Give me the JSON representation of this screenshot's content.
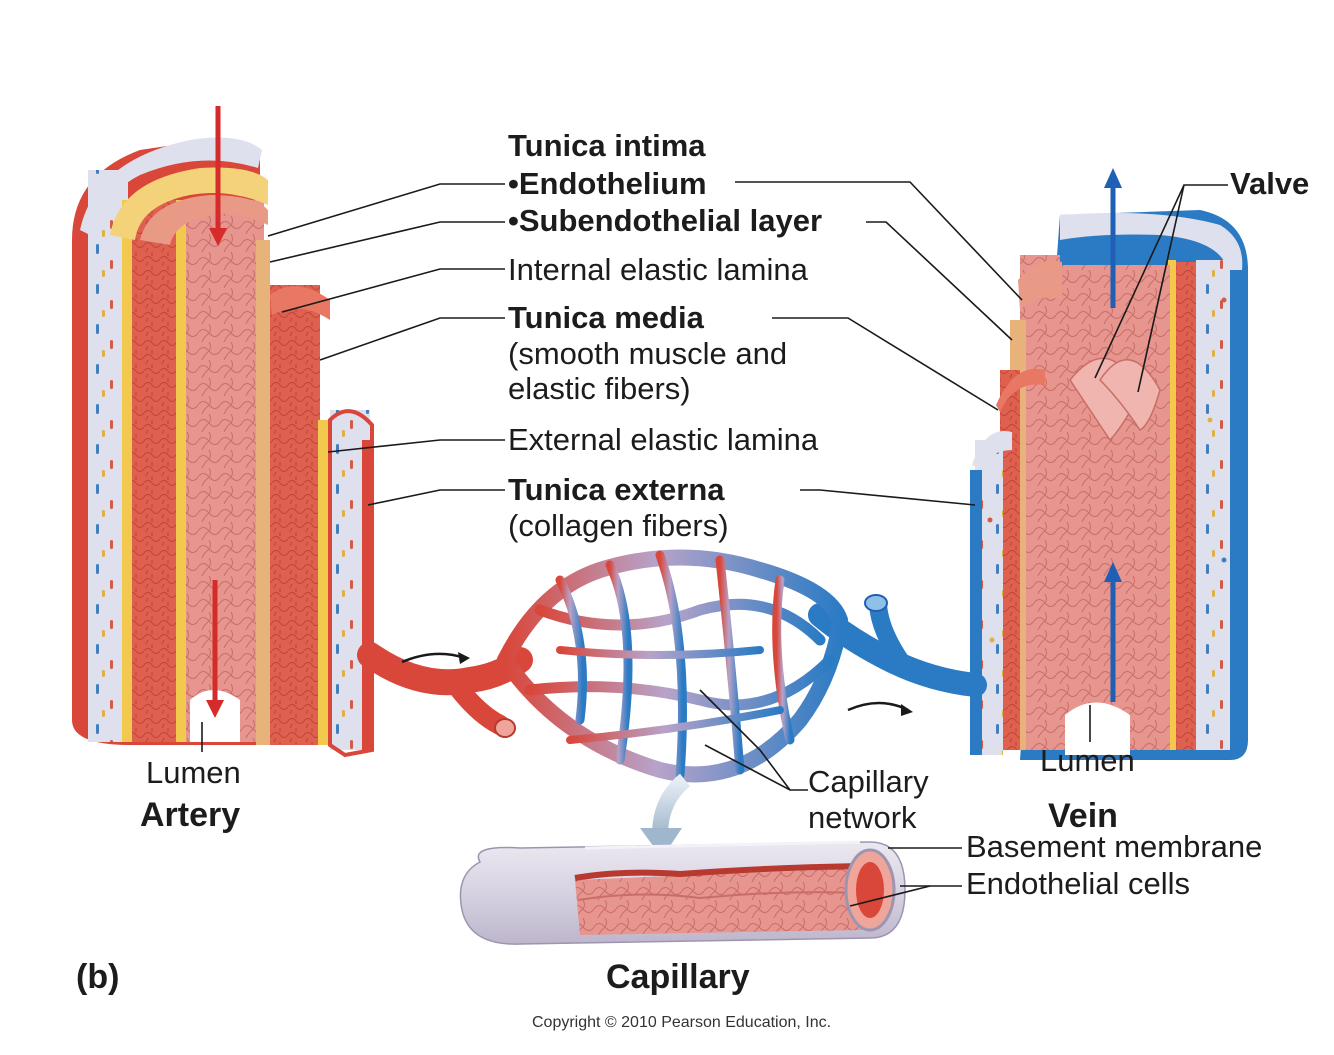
{
  "figure_letter": "(b)",
  "copyright": "Copyright © 2010 Pearson Education, Inc.",
  "structures": {
    "artery": "Artery",
    "vein": "Vein",
    "capillary": "Capillary"
  },
  "labels": {
    "tunica_intima": "Tunica intima",
    "endothelium": "•Endothelium",
    "subendothelial": "•Subendothelial layer",
    "internal_elastic": "Internal elastic lamina",
    "tunica_media": "Tunica media",
    "tunica_media_desc_1": "(smooth muscle and",
    "tunica_media_desc_2": "elastic fibers)",
    "external_elastic": "External elastic lamina",
    "tunica_externa": "Tunica externa",
    "tunica_externa_desc": "(collagen fibers)",
    "valve": "Valve",
    "lumen_artery": "Lumen",
    "lumen_vein": "Lumen",
    "capillary_network_1": "Capillary",
    "capillary_network_2": "network",
    "basement_membrane": "Basement membrane",
    "endothelial_cells": "Endothelial cells"
  },
  "colors": {
    "arterial_red": "#d9463a",
    "venous_blue": "#2b7bc4",
    "intima_pink": "#e9a0a0",
    "media_salmon": "#e5735f",
    "elastic_yellow": "#f2c94c",
    "externa_lavender": "#dcdcec",
    "flow_arrow_red": "#d62b2b",
    "flow_arrow_blue": "#1f5fb5"
  }
}
